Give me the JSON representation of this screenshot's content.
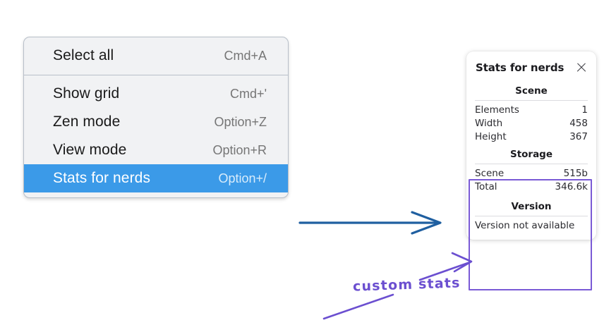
{
  "context_menu": {
    "groups": [
      {
        "items": [
          {
            "label": "Select all",
            "shortcut": "Cmd+A",
            "selected": false
          }
        ]
      },
      {
        "items": [
          {
            "label": "Show grid",
            "shortcut": "Cmd+'",
            "selected": false
          },
          {
            "label": "Zen mode",
            "shortcut": "Option+Z",
            "selected": false
          },
          {
            "label": "View mode",
            "shortcut": "Option+R",
            "selected": false
          },
          {
            "label": "Stats for nerds",
            "shortcut": "Option+/",
            "selected": true
          }
        ]
      }
    ]
  },
  "stats_panel": {
    "title": "Stats for nerds",
    "close_icon": "close-icon",
    "sections": [
      {
        "heading": "Scene",
        "rows": [
          {
            "key": "Elements",
            "value": "1"
          },
          {
            "key": "Width",
            "value": "458"
          },
          {
            "key": "Height",
            "value": "367"
          }
        ]
      },
      {
        "heading": "Storage",
        "rows": [
          {
            "key": "Scene",
            "value": "515b"
          },
          {
            "key": "Total",
            "value": "346.6k"
          }
        ]
      },
      {
        "heading": "Version",
        "text": "Version not available"
      }
    ]
  },
  "annotations": {
    "label": "custom stats",
    "arrow_color": "#1f5fa0",
    "highlight_color": "#7a5ad6",
    "pen_color": "#6b4fd0"
  }
}
